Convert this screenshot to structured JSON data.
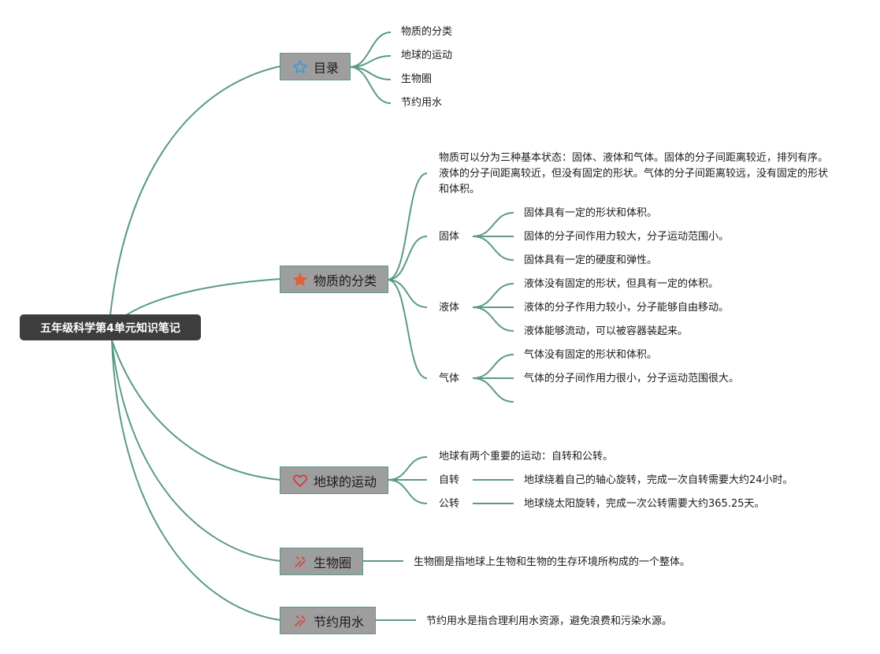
{
  "root": {
    "title": "五年级科学第4单元知识笔记"
  },
  "topics": {
    "catalog": {
      "label": "目录",
      "icon": "star-outline-icon",
      "items": [
        "物质的分类",
        "地球的运动",
        "生物圈",
        "节约用水"
      ]
    },
    "matter": {
      "label": "物质的分类",
      "icon": "star-filled-icon",
      "intro": "物质可以分为三种基本状态：固体、液体和气体。固体的分子间距离较近，排列有序。液体的分子间距离较近，但没有固定的形状。气体的分子间距离较远，没有固定的形状和体积。",
      "solid": {
        "label": "固体",
        "items": [
          "固体具有一定的形状和体积。",
          "固体的分子间作用力较大，分子运动范围小。",
          "固体具有一定的硬度和弹性。"
        ]
      },
      "liquid": {
        "label": "液体",
        "items": [
          "液体没有固定的形状，但具有一定的体积。",
          "液体的分子作用力较小，分子能够自由移动。",
          "液体能够流动，可以被容器装起来。"
        ]
      },
      "gas": {
        "label": "气体",
        "items": [
          "气体没有固定的形状和体积。",
          "气体的分子间作用力很小，分子运动范围很大。"
        ]
      }
    },
    "earth": {
      "label": "地球的运动",
      "icon": "heart-icon",
      "intro": "地球有两个重要的运动：自转和公转。",
      "rotation": {
        "label": "自转",
        "text": "地球绕着自己的轴心旋转，完成一次自转需要大约24小时。"
      },
      "revolution": {
        "label": "公转",
        "text": "地球绕太阳旋转，完成一次公转需要大约365.25天。"
      }
    },
    "biosphere": {
      "label": "生物圈",
      "icon": "tools-icon",
      "text": "生物圈是指地球上生物和生物的生存环境所构成的一个整体。"
    },
    "water": {
      "label": "节约用水",
      "icon": "tools-icon",
      "text": "节约用水是指合理利用水资源，避免浪费和污染水源。"
    }
  },
  "colors": {
    "line": "#5b9a86",
    "root_bg": "#3d3d3d",
    "topic_bg": "#9e9e9e",
    "star_outline": "#3a9ad9",
    "star_filled": "#e0603a",
    "heart": "#d9343a",
    "tools": "#d9483a"
  }
}
